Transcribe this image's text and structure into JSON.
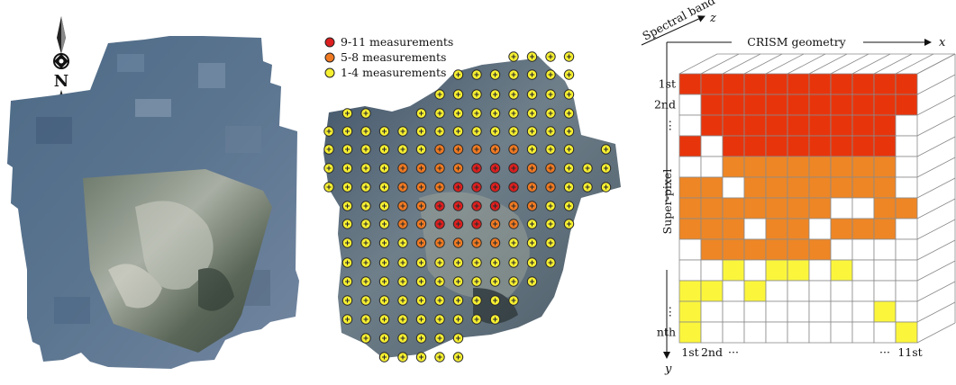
{
  "compass": {
    "label": "N"
  },
  "legend": [
    {
      "label": "9-11 measurements",
      "color": "#dd1f1f"
    },
    {
      "label": "5-8 measurements",
      "color": "#f07a22"
    },
    {
      "label": "1-4 measurements",
      "color": "#f7f031"
    }
  ],
  "cube": {
    "spectral_band_label": "Spectral band",
    "z_label": "z",
    "x_title": "CRISM geometry",
    "x_label": "x",
    "y_title": "Super-pixel",
    "y_label": "y",
    "row_labels": [
      {
        "row": 0,
        "text": "1st"
      },
      {
        "row": 1,
        "text": "2nd"
      },
      {
        "row": 2,
        "text": "⋮"
      },
      {
        "row": 11,
        "text": "⋮"
      },
      {
        "row": 12,
        "text": "nth"
      }
    ],
    "col_labels": [
      "1st",
      "2nd",
      "···",
      "···",
      "11st"
    ],
    "colors": {
      "R": "#e8340b",
      "O": "#ee8625",
      "Y": "#fbf63c",
      "W": "#ffffff",
      "grid": "#8a8a8a"
    },
    "grid": [
      "RRRRRRRRRRR",
      "WRRRRRRRRRR",
      "WRRRRRRRRRW",
      "RWRRRRRRRRW",
      "WWOOOOOOOOW",
      "OOWOOOOOOOW",
      "OOOOOOOWWOO",
      "OOOWOOWOOOW",
      "WOOOOOOWWWW",
      "WWYWYYWYWWW",
      "YYWYWWWWWWW",
      "YWWWWWWWWYW",
      "YWWWWWWWWWY"
    ]
  }
}
